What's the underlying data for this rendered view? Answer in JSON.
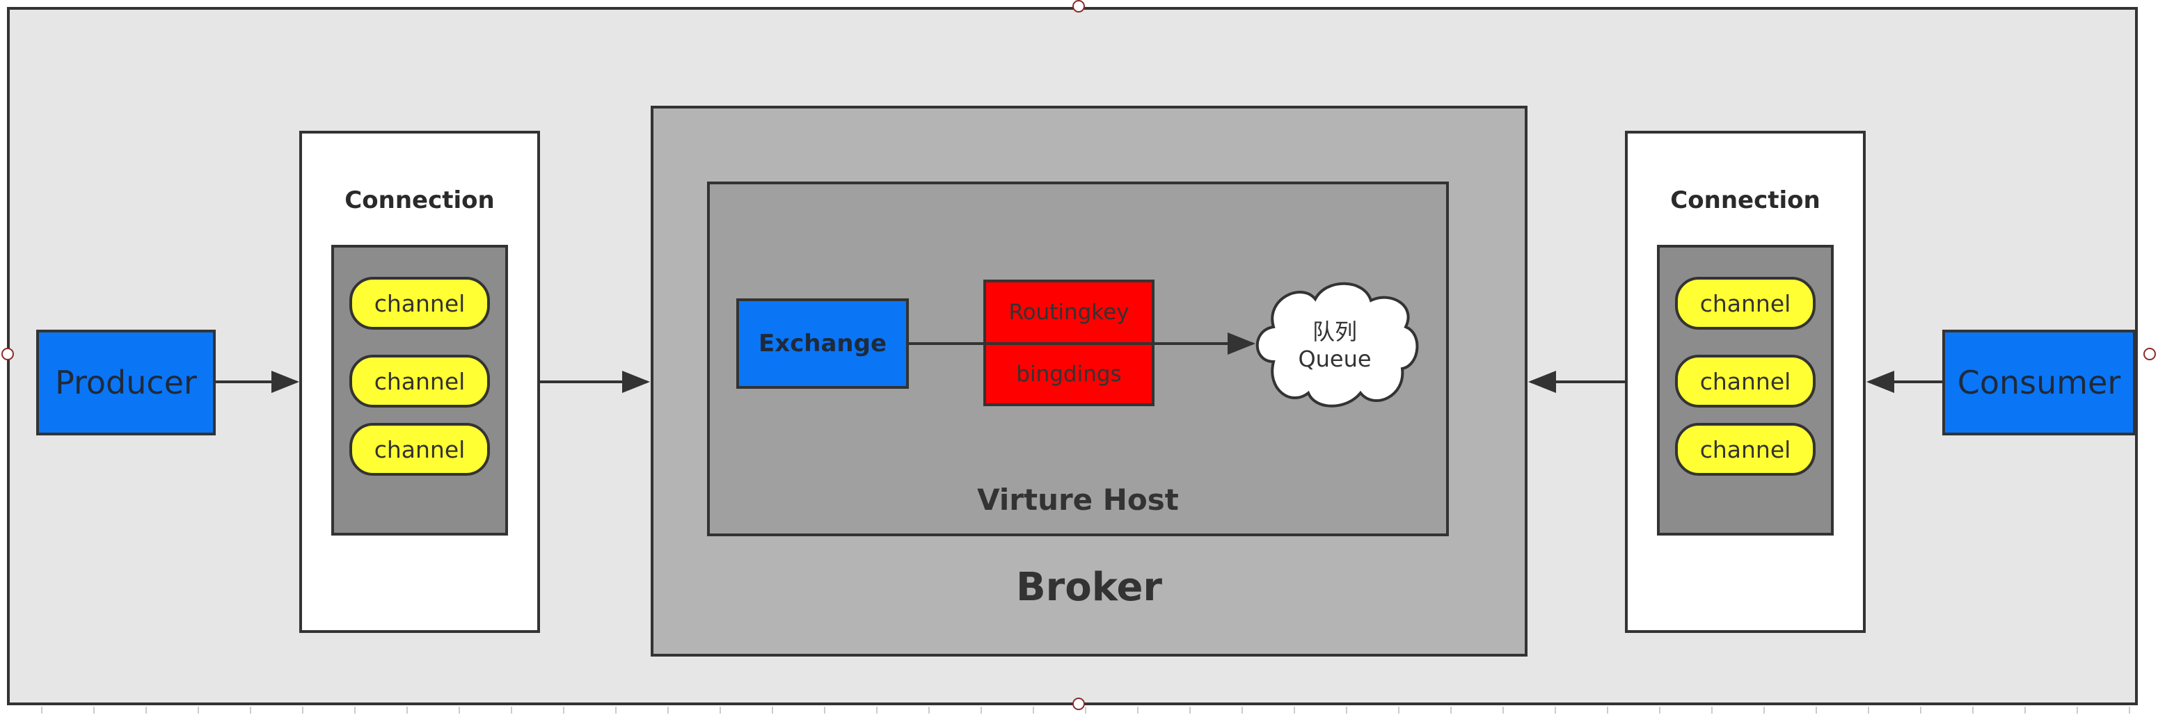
{
  "producer": {
    "label": "Producer"
  },
  "consumer": {
    "label": "Consumer"
  },
  "left_connection": {
    "title": "Connection",
    "channels": [
      "channel",
      "channel",
      "channel"
    ]
  },
  "right_connection": {
    "title": "Connection",
    "channels": [
      "channel",
      "channel",
      "channel"
    ]
  },
  "broker": {
    "label": "Broker",
    "virtual_host": {
      "label": "Virture Host",
      "exchange": "Exchange",
      "routingkey": "Routingkey",
      "bindings": "bingdings",
      "queue": {
        "line1": "队列",
        "line2": "Queue"
      }
    }
  },
  "colors": {
    "producer_consumer": "#0a76f6",
    "channel": "#ffff33",
    "routing": "#ff0000",
    "broker": "#b4b4b4",
    "virtual_host": "#a0a0a0",
    "channel_group": "#8c8c8c"
  }
}
